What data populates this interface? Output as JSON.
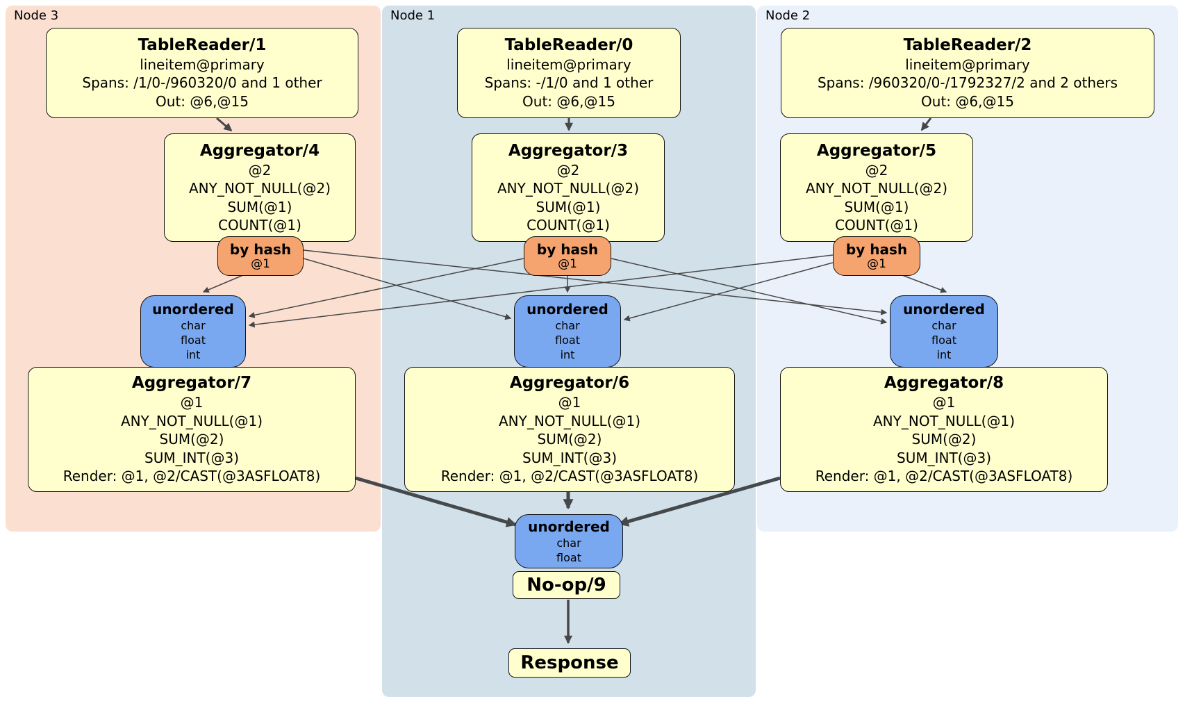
{
  "colors": {
    "node3_bg": "#fbe0d2",
    "node1_bg": "#d2e0ea",
    "node2_bg": "#eaf1fa",
    "operator_fill": "#ffffce",
    "router_fill": "#f6a46f",
    "sync_fill": "#79a8f0",
    "edge": "#474747"
  },
  "nodes": [
    {
      "label": "Node 3",
      "table_reader": {
        "title": "TableReader/1",
        "index": "lineitem@primary",
        "spans": "Spans: /1/0-/960320/0 and 1 other",
        "out": "Out: @6,@15"
      },
      "upper_aggregator": {
        "title": "Aggregator/4",
        "group": "@2",
        "fns": [
          "ANY_NOT_NULL(@2)",
          "SUM(@1)",
          "COUNT(@1)"
        ]
      },
      "router": {
        "title": "by hash",
        "key": "@1"
      },
      "sync": {
        "title": "unordered",
        "types": [
          "char",
          "float",
          "int"
        ]
      },
      "lower_aggregator": {
        "title": "Aggregator/7",
        "group": "@1",
        "fns": [
          "ANY_NOT_NULL(@1)",
          "SUM(@2)",
          "SUM_INT(@3)"
        ],
        "render": "Render: @1, @2/CAST(@3ASFLOAT8)"
      }
    },
    {
      "label": "Node 1",
      "table_reader": {
        "title": "TableReader/0",
        "index": "lineitem@primary",
        "spans": "Spans: -/1/0 and 1 other",
        "out": "Out: @6,@15"
      },
      "upper_aggregator": {
        "title": "Aggregator/3",
        "group": "@2",
        "fns": [
          "ANY_NOT_NULL(@2)",
          "SUM(@1)",
          "COUNT(@1)"
        ]
      },
      "router": {
        "title": "by hash",
        "key": "@1"
      },
      "sync": {
        "title": "unordered",
        "types": [
          "char",
          "float",
          "int"
        ]
      },
      "lower_aggregator": {
        "title": "Aggregator/6",
        "group": "@1",
        "fns": [
          "ANY_NOT_NULL(@1)",
          "SUM(@2)",
          "SUM_INT(@3)"
        ],
        "render": "Render: @1, @2/CAST(@3ASFLOAT8)"
      }
    },
    {
      "label": "Node 2",
      "table_reader": {
        "title": "TableReader/2",
        "index": "lineitem@primary",
        "spans": "Spans: /960320/0-/1792327/2 and 2 others",
        "out": "Out: @6,@15"
      },
      "upper_aggregator": {
        "title": "Aggregator/5",
        "group": "@2",
        "fns": [
          "ANY_NOT_NULL(@2)",
          "SUM(@1)",
          "COUNT(@1)"
        ]
      },
      "router": {
        "title": "by hash",
        "key": "@1"
      },
      "sync": {
        "title": "unordered",
        "types": [
          "char",
          "float",
          "int"
        ]
      },
      "lower_aggregator": {
        "title": "Aggregator/8",
        "group": "@1",
        "fns": [
          "ANY_NOT_NULL(@1)",
          "SUM(@2)",
          "SUM_INT(@3)"
        ],
        "render": "Render: @1, @2/CAST(@3ASFLOAT8)"
      }
    }
  ],
  "final": {
    "sync": {
      "title": "unordered",
      "types": [
        "char",
        "float"
      ]
    },
    "noop_title": "No-op/9",
    "response_title": "Response"
  }
}
